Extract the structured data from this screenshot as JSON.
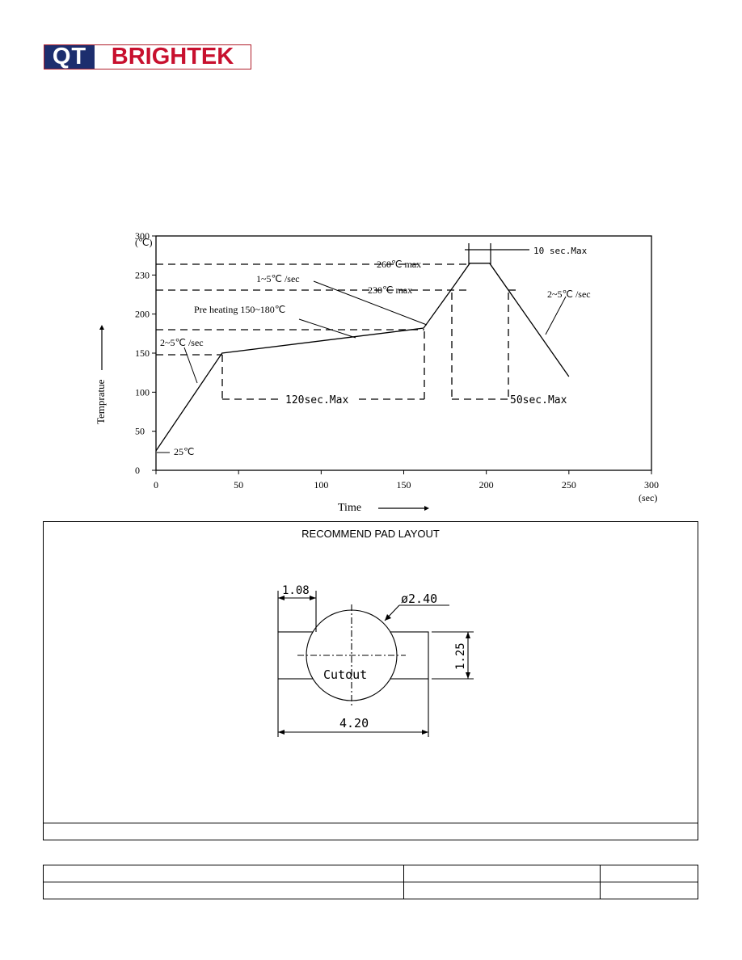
{
  "logo": {
    "left": "QT",
    "right": "BRIGHTEK"
  },
  "chart_data": {
    "type": "line",
    "title": "",
    "xlabel": "Time",
    "ylabel": "Tempratue",
    "x_unit": "(sec)",
    "y_unit": "(℃)",
    "xlim": [
      0,
      300
    ],
    "ylim": [
      0,
      300
    ],
    "x_ticks": [
      "0",
      "50",
      "100",
      "150",
      "200",
      "250",
      "300"
    ],
    "y_ticks": [
      "0",
      "50",
      "100",
      "150",
      "200",
      "230",
      "300"
    ],
    "series": [
      {
        "x": [
          0,
          40,
          162,
          180,
          190,
          202,
          250
        ],
        "y": [
          25,
          150,
          182,
          235,
          265,
          265,
          120
        ]
      }
    ],
    "annotations": {
      "peak": "260℃ max",
      "reflow": "230℃ max",
      "ramp_up": "1~5℃ /sec",
      "preheat": "Pre heating 150~180℃",
      "start_ramp": "2~5℃ /sec",
      "cool_ramp": "2~5℃ /sec",
      "start_temp": "25℃",
      "peak_time": "10 sec.Max",
      "preheat_time": "120sec.Max",
      "reflow_time": "50sec.Max"
    }
  },
  "pad_layout": {
    "title": "RECOMMEND PAD LAYOUT",
    "dim_top": "1.08",
    "dim_diameter": "ø2.40",
    "dim_height": "1.25",
    "dim_width": "4.20",
    "cutout_label": "Cutout"
  }
}
